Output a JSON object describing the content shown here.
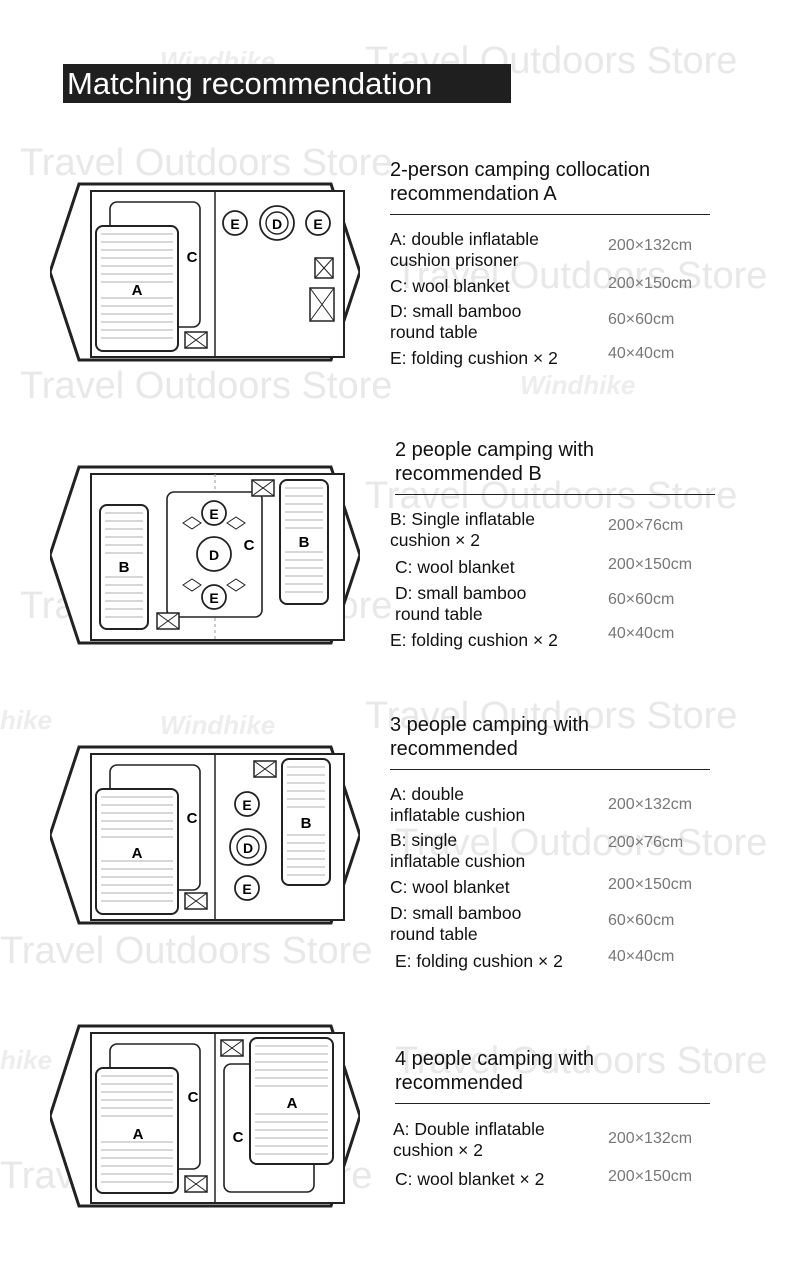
{
  "header": {
    "title": "Matching recommendation"
  },
  "watermarks": {
    "store": "Travel Outdoors Store",
    "brand": "Windhike",
    "brand_short": "hike"
  },
  "sections": [
    {
      "title": "2-person camping collocation\nrecommendation A",
      "items": [
        {
          "label": "A: double inflatable\ncushion prisoner",
          "size": "200×132cm"
        },
        {
          "label": "C: wool blanket",
          "size": "200×150cm"
        },
        {
          "label": "D: small bamboo\nround table",
          "size": "60×60cm"
        },
        {
          "label": "E: folding cushion × 2",
          "size": "40×40cm"
        }
      ]
    },
    {
      "title": "2 people camping with\nrecommended B",
      "items": [
        {
          "label": "B: Single inflatable\ncushion × 2",
          "size": "200×76cm"
        },
        {
          "label": "C: wool blanket",
          "size": "200×150cm"
        },
        {
          "label": "D: small bamboo\nround table",
          "size": "60×60cm"
        },
        {
          "label": "E: folding cushion × 2",
          "size": "40×40cm"
        }
      ]
    },
    {
      "title": "3 people camping with\nrecommended",
      "items": [
        {
          "label": "A: double\ninflatable cushion",
          "size": "200×132cm"
        },
        {
          "label": "B: single\ninflatable cushion",
          "size": "200×76cm"
        },
        {
          "label": "C: wool blanket",
          "size": "200×150cm"
        },
        {
          "label": "D: small bamboo\nround table",
          "size": "60×60cm"
        },
        {
          "label": "E: folding cushion × 2",
          "size": "40×40cm"
        }
      ]
    },
    {
      "title": "4 people camping with\nrecommended",
      "items": [
        {
          "label": "A: Double inflatable\ncushion × 2",
          "size": "200×132cm"
        },
        {
          "label": "C: wool blanket × 2",
          "size": "200×150cm"
        }
      ]
    }
  ],
  "diagram_letters": {
    "a": "A",
    "b": "B",
    "c": "C",
    "d": "D",
    "e": "E"
  }
}
